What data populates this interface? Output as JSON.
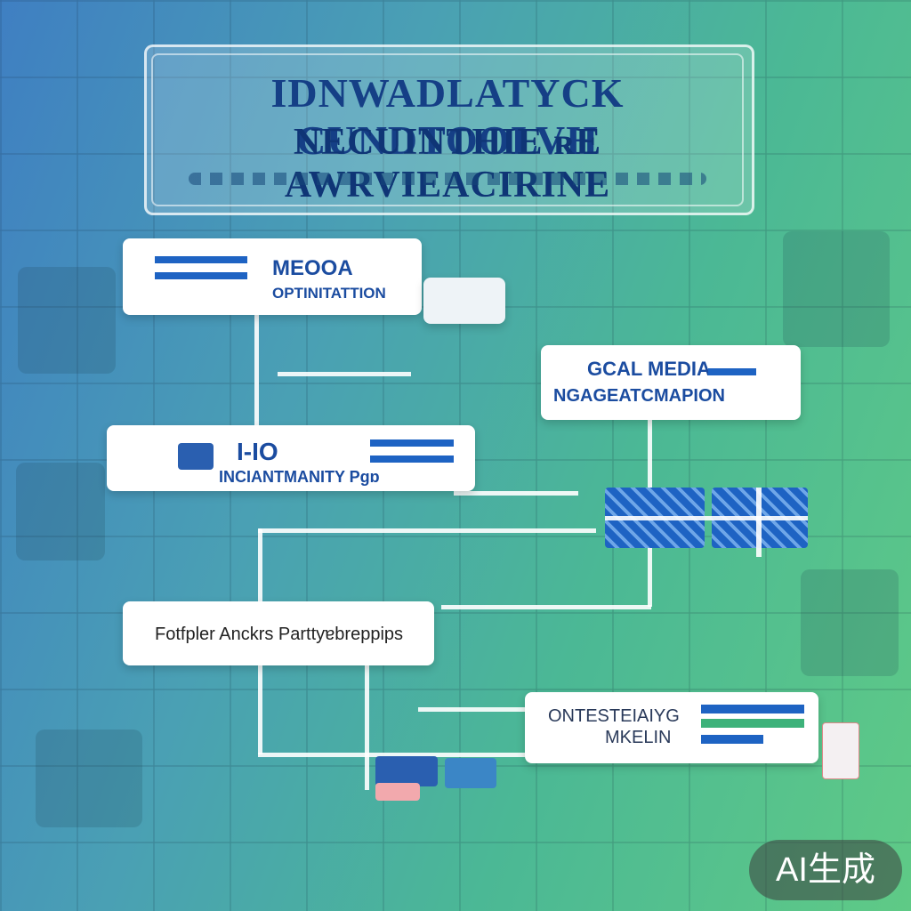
{
  "title": {
    "line1": "IDNWADLATYCK  CUNDTOOLVH",
    "line2": "NECUINTHIE ʀE AWRVIEACIRINE"
  },
  "nodes": {
    "media": {
      "line1": "MEOOA",
      "line2": "OPTINITATTION"
    },
    "social": {
      "line1": "GCAL MEDIA",
      "line2": "NGAGEATCMAPION"
    },
    "content": {
      "line1": "I-IO",
      "line2": "INCIANTMANITY Pɡɒ"
    },
    "partners": {
      "label": "Fotfpler Anckrs Parttyɐbreppips"
    },
    "marketing": {
      "line1": "ONTESTEIAIYG",
      "line2": "MKELIN"
    }
  },
  "colors": {
    "accent_blue": "#1e63c3",
    "accent_green": "#3db27a",
    "bg_left": "#3f7fc2",
    "bg_right": "#5fca86"
  },
  "badge": {
    "label": "AI生成"
  }
}
